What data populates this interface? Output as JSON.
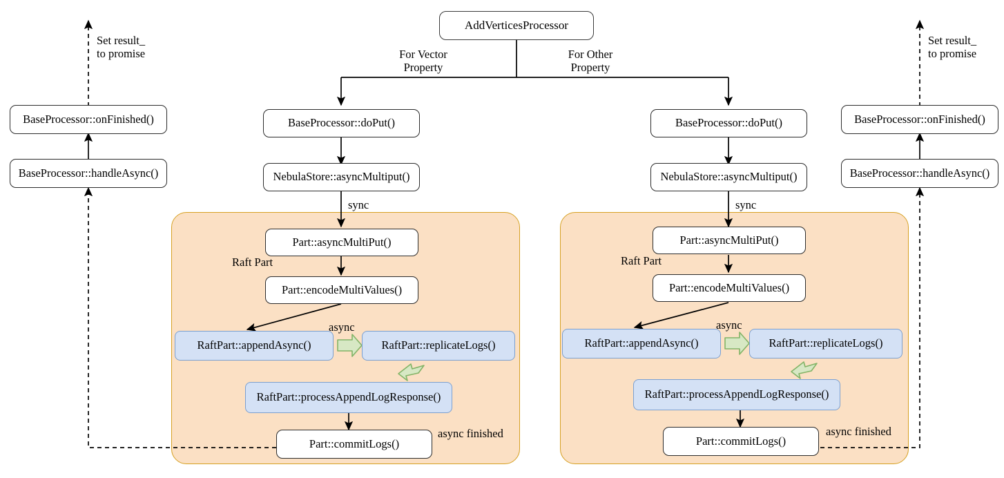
{
  "diagram": {
    "title_node": {
      "label": "AddVerticesProcessor"
    },
    "branch_labels": {
      "left": "For Vector\nProperty",
      "right": "For Other\nProperty"
    },
    "edge_labels": {
      "sync": "sync",
      "async": "async",
      "async_finished": "async finished",
      "set_result": "Set result_\nto promise"
    },
    "panel_label": "Raft Part",
    "branches": [
      {
        "side": "left",
        "promise_column": {
          "on_finished": "BaseProcessor::onFinished()",
          "handle_async": "BaseProcessor::handleAsync()"
        },
        "flow": [
          "BaseProcessor::doPut()",
          "NebulaStore::asyncMultiput()",
          "Part::asyncMultiPut()",
          "Part::encodeMultiValues()"
        ],
        "raft": {
          "append_async": "RaftPart::appendAsync()",
          "replicate_logs": "RaftPart::replicateLogs()",
          "process_append_log_response": "RaftPart::processAppendLogResponse()",
          "commit_logs": "Part::commitLogs()"
        }
      },
      {
        "side": "right",
        "promise_column": {
          "on_finished": "BaseProcessor::onFinished()",
          "handle_async": "BaseProcessor::handleAsync()"
        },
        "flow": [
          "BaseProcessor::doPut()",
          "NebulaStore::asyncMultiput()",
          "Part::asyncMultiPut()",
          "Part::encodeMultiValues()"
        ],
        "raft": {
          "append_async": "RaftPart::appendAsync()",
          "replicate_logs": "RaftPart::replicateLogs()",
          "process_append_log_response": "RaftPart::processAppendLogResponse()",
          "commit_logs": "Part::commitLogs()"
        }
      }
    ],
    "colors": {
      "panel_fill": "#fbe0c4",
      "panel_stroke": "#d6a021",
      "blue_fill": "#d4e1f5",
      "blue_stroke": "#7a9fd0",
      "green_fill": "#d7e8c4",
      "green_stroke": "#82b366",
      "line": "#000000"
    }
  }
}
